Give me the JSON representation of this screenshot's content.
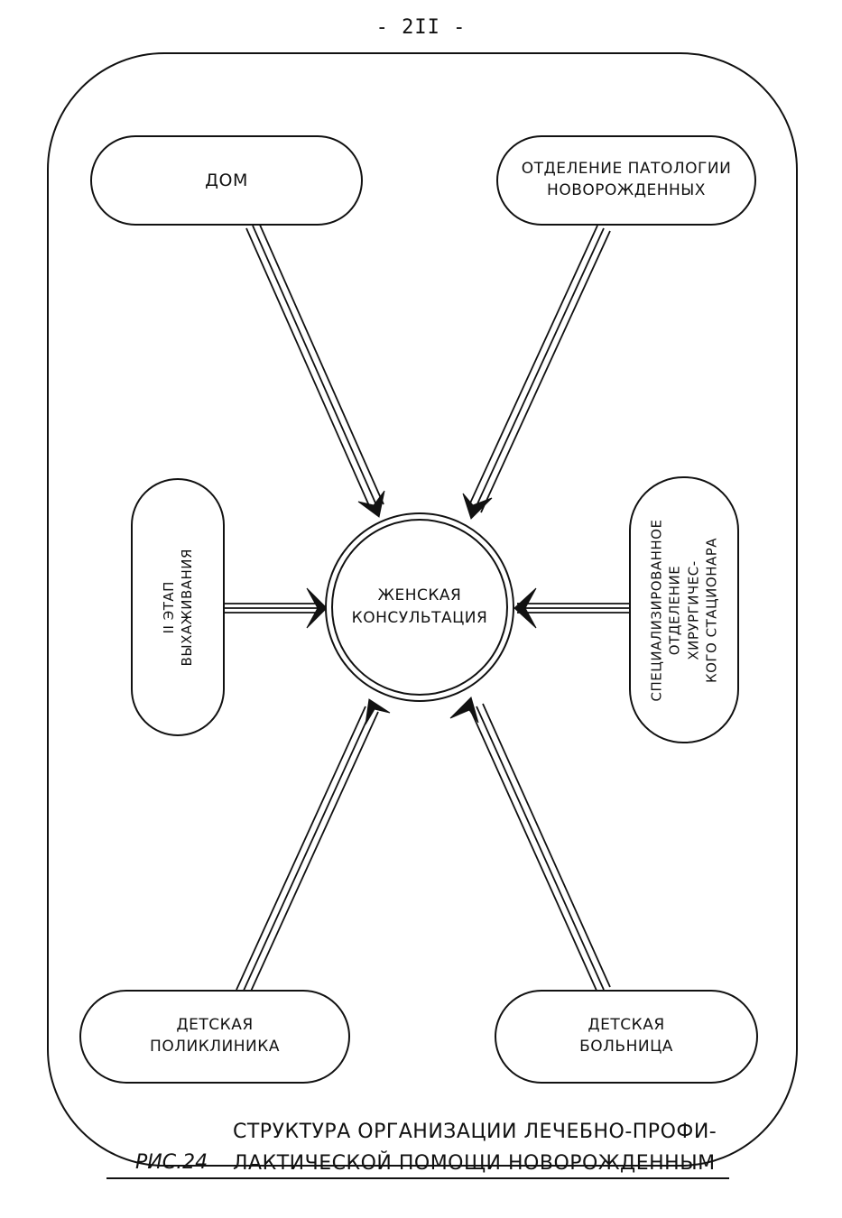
{
  "page_number": "- 2II -",
  "center": {
    "label": "ЖЕНСКАЯ\nКОНСУЛЬТАЦИЯ"
  },
  "nodes": {
    "home": "ДОМ",
    "neonatal_pathology": "ОТДЕЛЕНИЕ ПАТОЛОГИИ\nНОВОРОЖДЕННЫХ",
    "nursing_stage": "II ЭТАП\nВЫХАЖИВАНИЯ",
    "surgical_department": "СПЕЦИАЛИЗИРОВАННОЕ\nОТДЕЛЕНИЕ ХИРУРГИЧЕС-\nКОГО СТАЦИОНАРА",
    "children_polyclinic": "ДЕТСКАЯ\nПОЛИКЛИНИКА",
    "children_hospital": "ДЕТСКАЯ\nБОЛЬНИЦА"
  },
  "caption": {
    "label": "РИС.24",
    "title": "СТРУКТУРА ОРГАНИЗАЦИИ ЛЕЧЕБНО-ПРОФИ-\nЛАКТИЧЕСКОЙ ПОМОЩИ НОВОРОЖДЕННЫМ"
  }
}
